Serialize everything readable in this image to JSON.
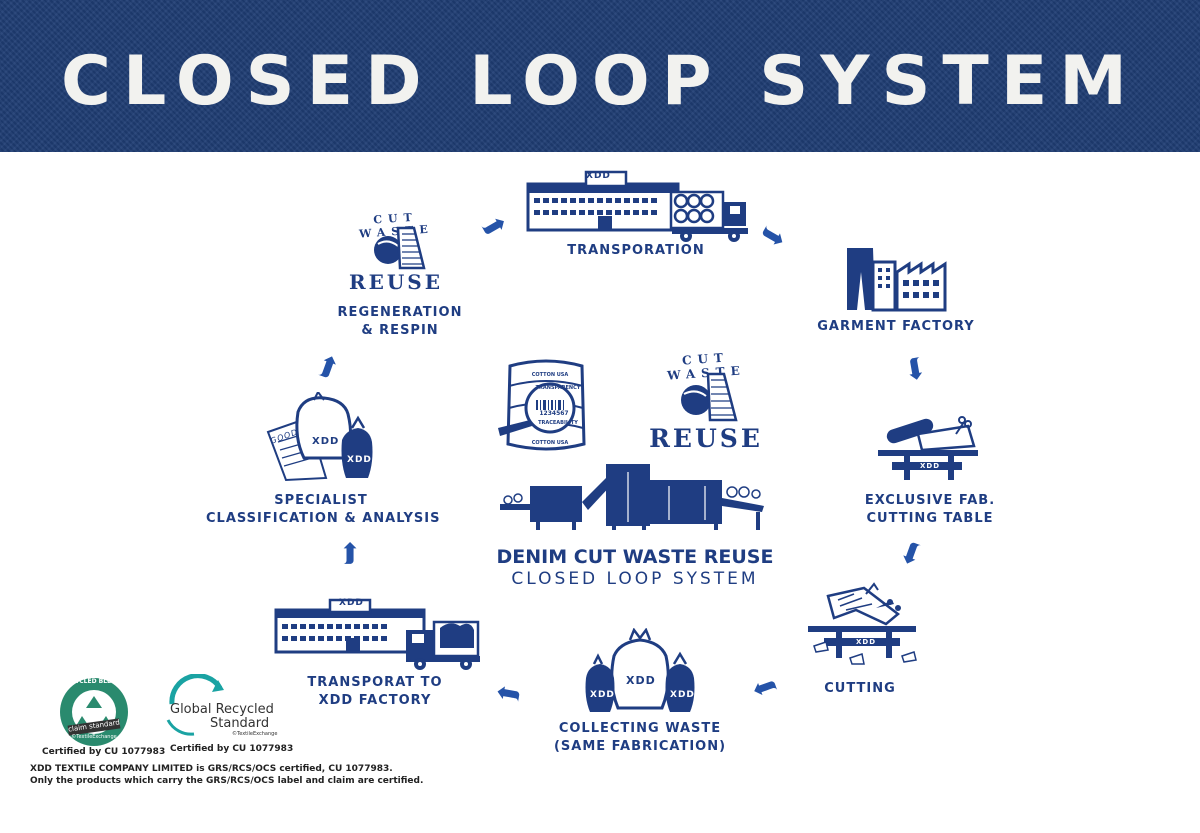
{
  "header": {
    "title": "CLOSED LOOP SYSTEM"
  },
  "steps": {
    "transportation": {
      "label": "TRANSPORATION"
    },
    "garment_factory": {
      "label": "GARMENT FACTORY"
    },
    "cutting_table": {
      "line1": "EXCLUSIVE FAB.",
      "line2": "CUTTING TABLE"
    },
    "cutting": {
      "label": "CUTTING"
    },
    "collecting": {
      "line1": "COLLECTING WASTE",
      "line2": "(SAME FABRICATION)"
    },
    "transport_xdd": {
      "line1": "TRANSPORAT TO",
      "line2": "XDD FACTORY"
    },
    "classification": {
      "line1": "SPECIALIST",
      "line2": "CLASSIFICATION & ANALYSIS"
    },
    "regeneration": {
      "line1": "REGENERATION",
      "line2": "& RESPIN"
    }
  },
  "reuse_badge": {
    "arc": "CUT WASTE",
    "word": "REUSE"
  },
  "center": {
    "line1": "DENIM CUT WASTE REUSE",
    "line2": "CLOSED LOOP SYSTEM"
  },
  "bale": {
    "top": "COTTON USA",
    "ring1": "TRANSPARENCY",
    "ring2": "TRACEABILITY",
    "code": "1234567",
    "bottom": "COTTON USA"
  },
  "brand": {
    "name": "XDD"
  },
  "doc_text": "GOOD",
  "certs": {
    "rcs": {
      "arc": "RECYCLED BLENDED",
      "band": "claim standard",
      "sub": "©TextileExchange",
      "caption": "Certified by CU 1077983"
    },
    "grs": {
      "line1": "Global Recycled",
      "line2": "Standard",
      "sub": "©TextileExchange",
      "caption": "Certified by CU 1077983"
    }
  },
  "footer": {
    "line1": "XDD TEXTILE COMPANY LIMITED  is GRS/RCS/OCS certified, CU 1077983.",
    "line2": "Only the products which carry the GRS/RCS/OCS label and claim are certified."
  },
  "colors": {
    "navy": "#1f3d74",
    "blue": "#1f3d82",
    "accent": "#2553a8",
    "cert_green": "#2a8a6e",
    "cert_teal": "#1aa3a3"
  }
}
